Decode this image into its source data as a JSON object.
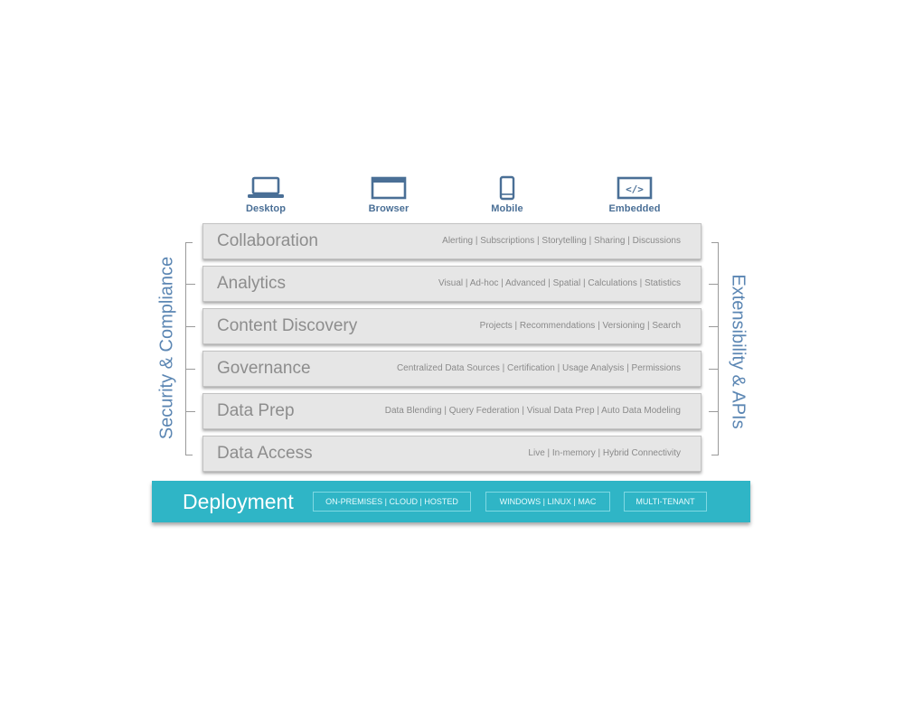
{
  "clients": [
    {
      "label": "Desktop",
      "icon": "laptop-icon"
    },
    {
      "label": "Browser",
      "icon": "browser-window-icon"
    },
    {
      "label": "Mobile",
      "icon": "mobile-phone-icon"
    },
    {
      "label": "Embedded",
      "icon": "code-embed-icon"
    }
  ],
  "layers": [
    {
      "name": "Collaboration",
      "features": "Alerting  |  Subscriptions  |  Storytelling  |  Sharing  |  Discussions"
    },
    {
      "name": "Analytics",
      "features": "Visual  |  Ad-hoc  |  Advanced  |  Spatial  |  Calculations  |  Statistics"
    },
    {
      "name": "Content Discovery",
      "features": "Projects  |  Recommendations  |  Versioning  |  Search"
    },
    {
      "name": "Governance",
      "features": "Centralized Data Sources  |  Certification  |  Usage Analysis  |  Permissions"
    },
    {
      "name": "Data Prep",
      "features": "Data Blending  |  Query Federation  |  Visual Data Prep  |  Auto Data Modeling"
    },
    {
      "name": "Data Access",
      "features": "Live  |  In-memory  |  Hybrid Connectivity"
    }
  ],
  "side_left": "Security & Compliance",
  "side_right": "Extensibility & APIs",
  "deployment": {
    "title": "Deployment",
    "groups": [
      "ON-PREMISES  |  CLOUD  |  HOSTED",
      "WINDOWS  |  LINUX  |  MAC",
      "MULTI-TENANT"
    ]
  },
  "colors": {
    "label_blue": "#5b86b3",
    "deploy_teal": "#2fb5c6",
    "layer_bg": "#e6e6e6"
  }
}
